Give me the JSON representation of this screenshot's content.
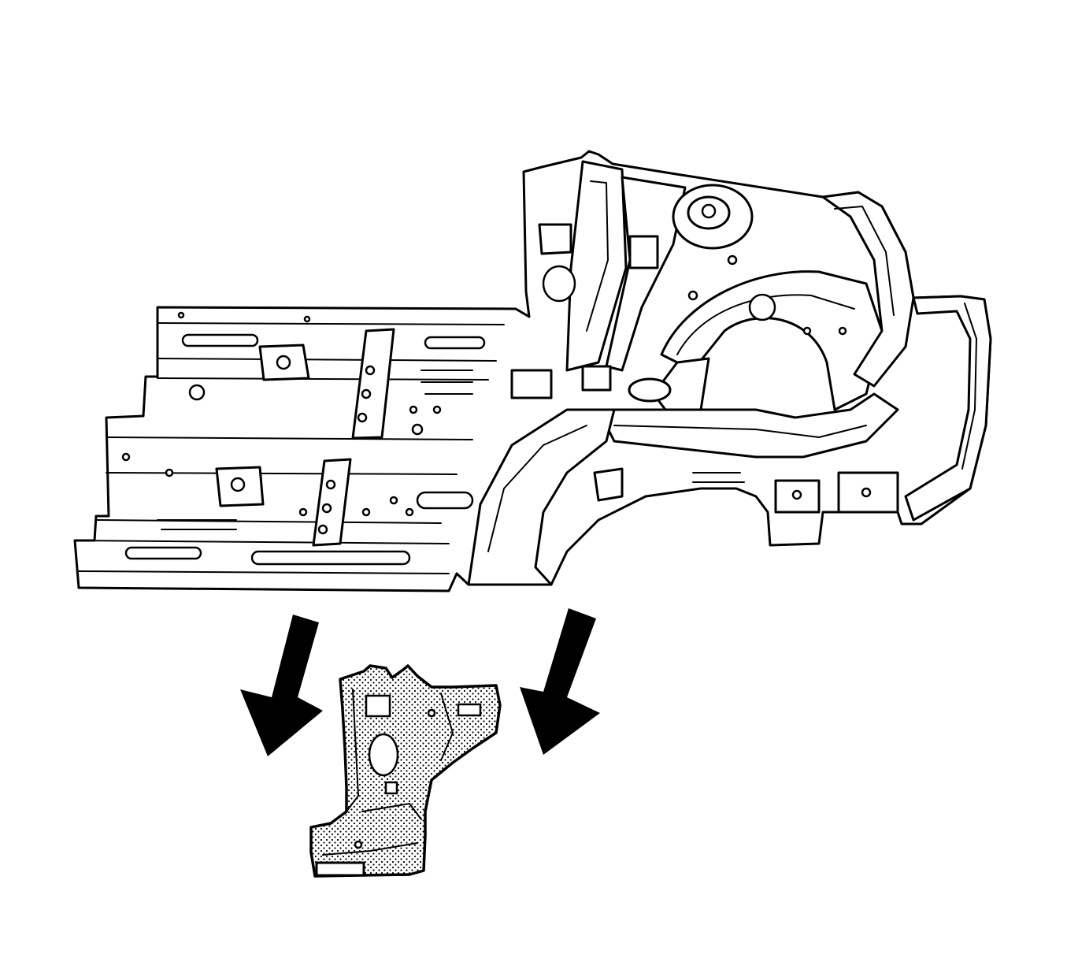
{
  "diagram": {
    "colors": {
      "line": "#000000",
      "background": "#ffffff",
      "highlight_fill": "#d8d8d8"
    },
    "components": [
      {
        "id": "underbody-assembly",
        "highlighted": false
      },
      {
        "id": "removed-panel",
        "highlighted": true
      }
    ],
    "arrows": [
      {
        "id": "left-arrow",
        "direction": "down-left"
      },
      {
        "id": "right-arrow",
        "direction": "down-left"
      }
    ]
  }
}
